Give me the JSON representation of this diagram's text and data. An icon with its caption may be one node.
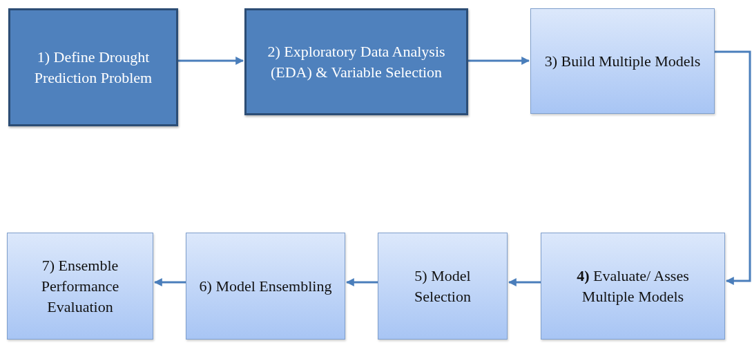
{
  "diagram": {
    "nodes": [
      {
        "text": [
          "1) Define Drought Prediction Problem"
        ]
      },
      {
        "text": [
          "2) Exploratory Data Analysis (EDA) & Variable Selection"
        ]
      },
      {
        "text": [
          "3) Build Multiple Models"
        ]
      },
      {
        "text": [
          "**4)** Evaluate/ Asses Multiple Models"
        ]
      },
      {
        "text": [
          "5) Model Selection"
        ]
      },
      {
        "text": [
          "6) Model Ensembling"
        ]
      },
      {
        "text": [
          "7) Ensemble Performance Evaluation"
        ]
      }
    ],
    "edges": [
      {
        "from": 0,
        "to": 1,
        "arrow": "to"
      },
      {
        "from": 1,
        "to": 2,
        "arrow": "to"
      },
      {
        "from": 2,
        "to": 3,
        "arrow": "to"
      },
      {
        "from": 3,
        "to": 4,
        "arrow": "to"
      },
      {
        "from": 4,
        "to": 5,
        "arrow": "to"
      },
      {
        "from": 5,
        "to": 6,
        "arrow": "to"
      }
    ]
  }
}
